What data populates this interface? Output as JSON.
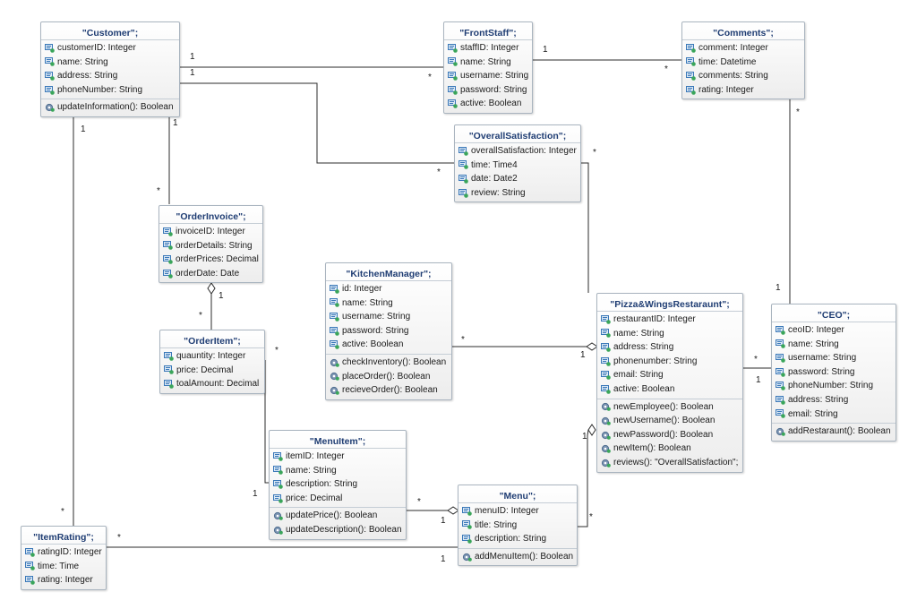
{
  "classes": {
    "customer": {
      "name": "\"Customer\";",
      "attributes": [
        "customerID: Integer",
        "name: String",
        "address: String",
        "phoneNumber: String"
      ],
      "operations": [
        "updateInformation(): Boolean"
      ]
    },
    "frontstaff": {
      "name": "\"FrontStaff\";",
      "attributes": [
        "staffID: Integer",
        "name: String",
        "username: String",
        "password: String",
        "active: Boolean"
      ],
      "operations": []
    },
    "comments": {
      "name": "\"Comments\";",
      "attributes": [
        "comment: Integer",
        "time: Datetime",
        "comments: String",
        "rating: Integer"
      ],
      "operations": []
    },
    "overall": {
      "name": "\"OverallSatisfaction\";",
      "attributes": [
        "overallSatisfaction: Integer",
        "time: Time4",
        "date: Date2",
        "review: String"
      ],
      "operations": []
    },
    "orderinvoice": {
      "name": "\"OrderInvoice\";",
      "attributes": [
        "invoiceID: Integer",
        "orderDetails: String",
        "orderPrices: Decimal",
        "orderDate: Date"
      ],
      "operations": []
    },
    "kitchen": {
      "name": "\"KitchenManager\";",
      "attributes": [
        "id: Integer",
        "name: String",
        "username: String",
        "password: String",
        "active: Boolean"
      ],
      "operations": [
        "checkInventory(): Boolean",
        "placeOrder(): Boolean",
        "recieveOrder(): Boolean"
      ]
    },
    "orderitem": {
      "name": "\"OrderItem\";",
      "attributes": [
        "quauntity: Integer",
        "price: Decimal",
        "toalAmount: Decimal"
      ],
      "operations": []
    },
    "pizza": {
      "name": "\"Pizza&WingsRestaraunt\";",
      "attributes": [
        "restaurantID: Integer",
        "name: String",
        "address: String",
        "phonenumber: String",
        "email: String",
        "active: Boolean"
      ],
      "operations": [
        "newEmployee(): Boolean",
        "newUsername(): Boolean",
        "newPassword(): Boolean",
        "newItem(): Boolean",
        "reviews(): \"OverallSatisfaction\";"
      ]
    },
    "ceo": {
      "name": "\"CEO\";",
      "attributes": [
        "ceoID: Integer",
        "name: String",
        "username: String",
        "password: String",
        "phoneNumber: String",
        "address: String",
        "email: String"
      ],
      "operations": [
        "addRestaraunt(): Boolean"
      ]
    },
    "menuitem": {
      "name": "\"MenuItem\";",
      "attributes": [
        "itemID: Integer",
        "name: String",
        "description: String",
        "price: Decimal"
      ],
      "operations": [
        "updatePrice(): Boolean",
        "updateDescription(): Boolean"
      ]
    },
    "menu": {
      "name": "\"Menu\";",
      "attributes": [
        "menuID: Integer",
        "title: String",
        "description: String"
      ],
      "operations": [
        "addMenuItem(): Boolean"
      ]
    },
    "itemrating": {
      "name": "\"ItemRating\";",
      "attributes": [
        "ratingID: Integer",
        "time: Time",
        "rating: Integer"
      ],
      "operations": []
    }
  },
  "multiplicities": {
    "cust_fs_a": "1",
    "cust_fs_b": "*",
    "cust_os_a": "1",
    "cust_os_b": "*",
    "cust_oi_a": "1",
    "cust_oi_b": "*",
    "cust_ir_a": "1",
    "cust_ir_b": "*",
    "fs_com_a": "1",
    "fs_com_b": "*",
    "os_pz_a": "*",
    "com_ceo_a": "*",
    "com_ceo_b": "1",
    "oi_oit_a": "1",
    "oit_oi_b": "*",
    "oit_mi_a": "*",
    "oit_mi_b": "1",
    "km_pz_a": "*",
    "km_pz_b": "1",
    "pz_ceo_a": "*",
    "pz_ceo_b": "1",
    "mi_menu_a": "*",
    "mi_menu_b": "1",
    "menu_pz_a": "*",
    "menu_pz_b": "1",
    "ir_menu_a": "*",
    "ir_menu_b": "1"
  },
  "icons": {
    "attribute": "attribute-icon",
    "operation": "operation-gear-icon"
  },
  "colors": {
    "title": "#1f3d73",
    "border": "#a9b4bf",
    "attribute_icon": "#3a78b8",
    "operation_icon": "#4f6d8f"
  }
}
